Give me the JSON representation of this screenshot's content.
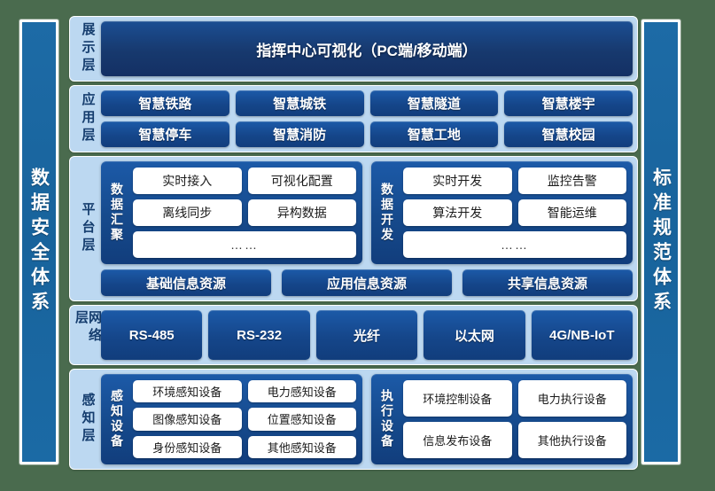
{
  "theme": {
    "background": "#4a6b4e",
    "panel_blue": "#bcd8f1",
    "navy": "#15468a",
    "pillar_blue": "#1b6aa5",
    "white_box": "#ffffff"
  },
  "pillars": {
    "left": "数据安全体系",
    "right": "标准规范体系"
  },
  "layers": {
    "display": {
      "label": "展示层",
      "hero": "指挥中心可视化（PC端/移动端）"
    },
    "application": {
      "label": "应用层",
      "row1": [
        "智慧铁路",
        "智慧城铁",
        "智慧隧道",
        "智慧楼宇"
      ],
      "row2": [
        "智慧停车",
        "智慧消防",
        "智慧工地",
        "智慧校园"
      ]
    },
    "platform": {
      "label": "平台层",
      "groups": [
        {
          "title": "数据汇聚",
          "rows": [
            [
              "实时接入",
              "可视化配置"
            ],
            [
              "离线同步",
              "异构数据"
            ]
          ],
          "ellipsis": "……"
        },
        {
          "title": "数据开发",
          "rows": [
            [
              "实时开发",
              "监控告警"
            ],
            [
              "算法开发",
              "智能运维"
            ]
          ],
          "ellipsis": "……"
        }
      ],
      "resources": [
        "基础信息资源",
        "应用信息资源",
        "共享信息资源"
      ]
    },
    "network": {
      "label": "网络层",
      "items": [
        "RS-485",
        "RS-232",
        "光纤",
        "以太网",
        "4G/NB-IoT"
      ]
    },
    "sense": {
      "label": "感知层",
      "groups": [
        {
          "title": "感知设备",
          "rows": [
            [
              "环境感知设备",
              "电力感知设备"
            ],
            [
              "图像感知设备",
              "位置感知设备"
            ],
            [
              "身份感知设备",
              "其他感知设备"
            ]
          ]
        },
        {
          "title": "执行设备",
          "rows": [
            [
              "环境控制设备",
              "电力执行设备"
            ],
            [
              "信息发布设备",
              "其他执行设备"
            ]
          ]
        }
      ]
    }
  }
}
